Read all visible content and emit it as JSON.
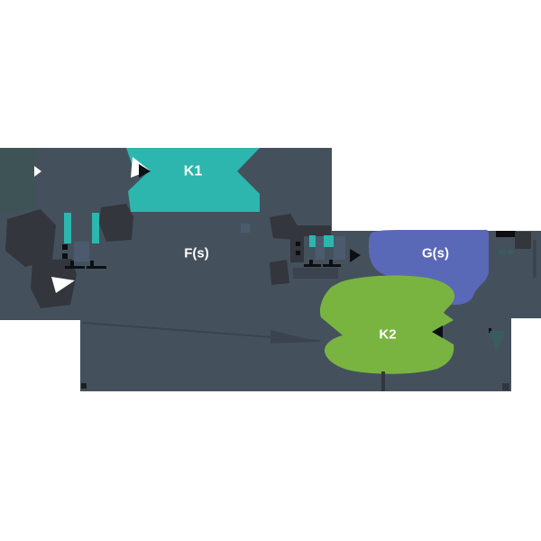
{
  "diagram": {
    "type": "control-system-block-diagram",
    "blocks": {
      "k1": {
        "label": "K1"
      },
      "fs": {
        "label": "F(s)"
      },
      "gs": {
        "label": "G(s)"
      },
      "k2": {
        "label": "K2"
      }
    }
  },
  "colors": {
    "bg": "#ffffff",
    "slate": "#44515d",
    "slate_tint": "#3e5355",
    "slate_shadow": "#3a434e",
    "slate_line": "#39444e",
    "charcoal": "#33363c",
    "charcoal_dark": "#1b1e23",
    "teal": "#2cb6ae",
    "teal_dim": "#3b5b5c",
    "indigo": "#5a68b8",
    "green": "#79b441",
    "steel": "#4c5a6e",
    "ink": "#0d0f13",
    "label": "#ffffff"
  }
}
